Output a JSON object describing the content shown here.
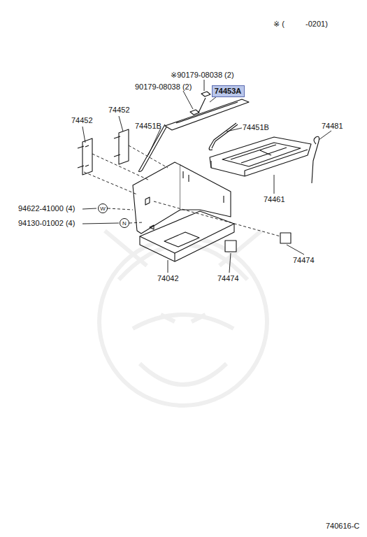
{
  "diagram": {
    "nodes": [
      {
        "text": [
          "74453A"
        ]
      },
      {
        "text": [
          "W"
        ]
      },
      {
        "text": [
          "N"
        ]
      }
    ],
    "labels": [
      "※ (",
      "-0201)",
      "※90179-08038 (2)",
      "90179-08038 (2)",
      "74452",
      "74452",
      "74451B",
      "74451B",
      "74481",
      "74461",
      "94622-41000 (4)",
      "94130-01002 (4)",
      "74042",
      "74474",
      "74474",
      "740616-C"
    ]
  }
}
